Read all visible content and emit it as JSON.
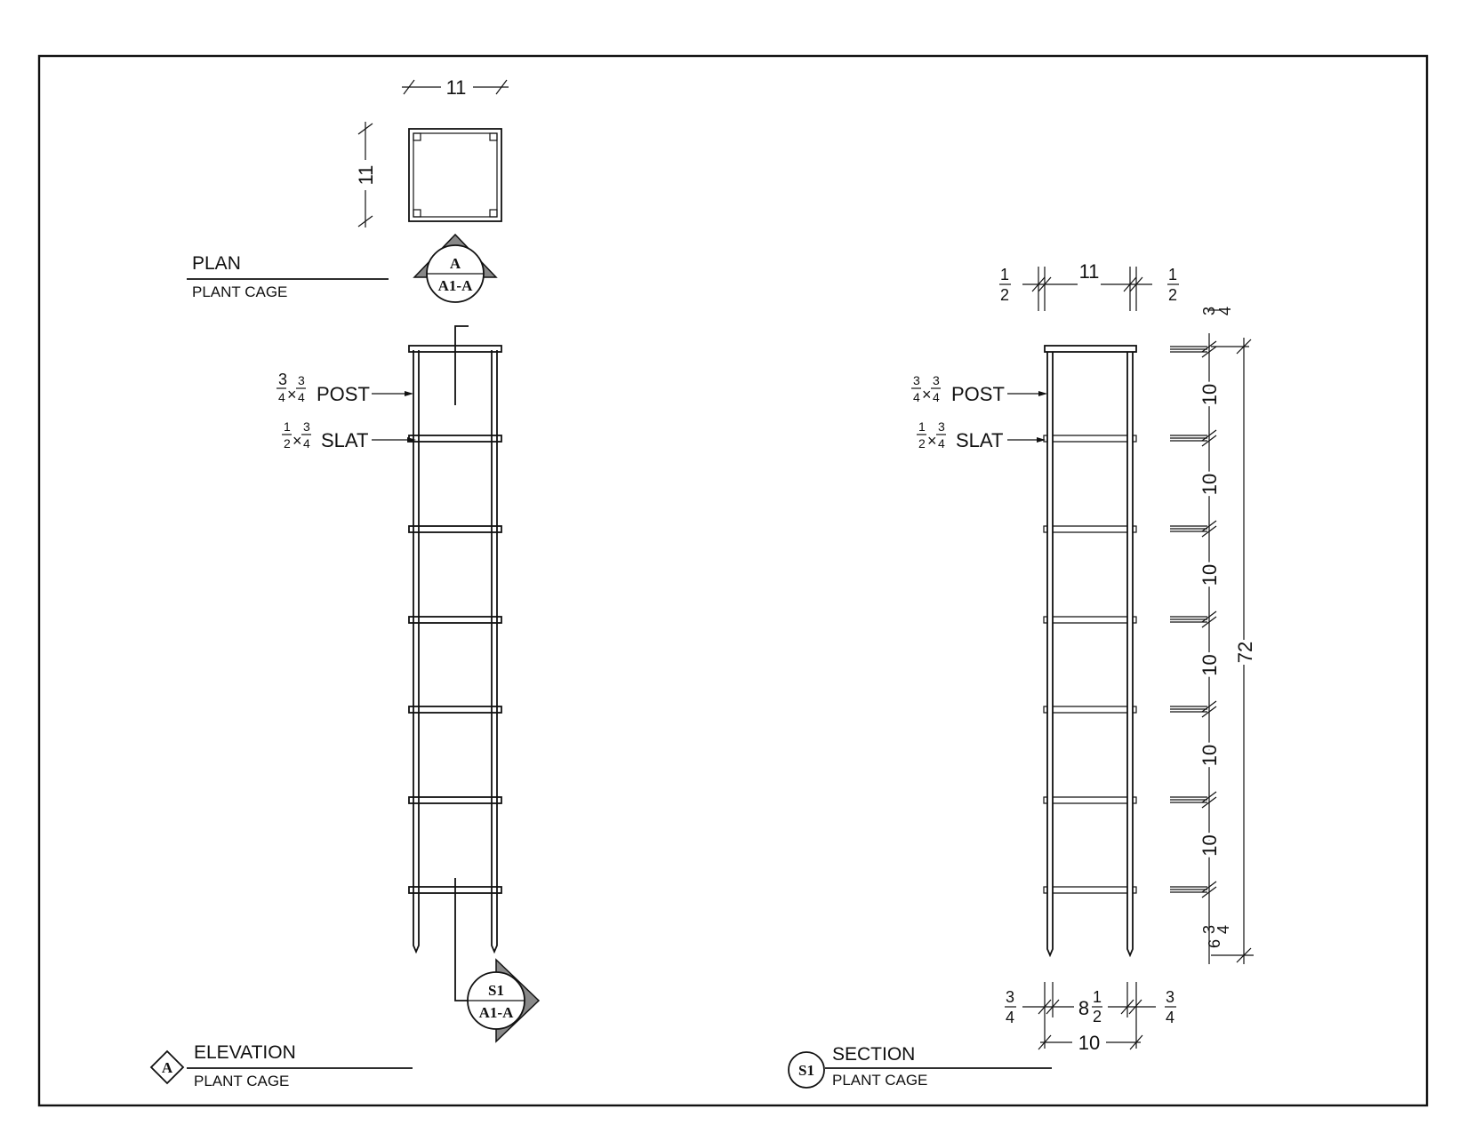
{
  "plan": {
    "title": "PLAN",
    "subtitle": "PLANT CAGE",
    "dim_width": "11",
    "dim_depth": "11",
    "marker_top": "A",
    "marker_bottom": "A1-A"
  },
  "elevation": {
    "title": "ELEVATION",
    "subtitle": "PLANT CAGE",
    "tag": "A",
    "post_label": "POST",
    "post_size_frac": [
      "3",
      "4",
      "×",
      "3",
      "4"
    ],
    "slat_label": "SLAT",
    "slat_size_frac": [
      "1",
      "2",
      "×",
      "3",
      "4"
    ],
    "section_marker_top": "S1",
    "section_marker_bottom": "A1-A"
  },
  "section": {
    "title": "SECTION",
    "subtitle": "PLANT CAGE",
    "tag": "S1",
    "post_label": "POST",
    "slat_label": "SLAT",
    "dim_top_width": "11",
    "dim_top_left": [
      "1",
      "2"
    ],
    "dim_top_right": [
      "1",
      "2"
    ],
    "dim_top_cap": [
      "3",
      "4"
    ],
    "dim_spacings": [
      "10",
      "10",
      "10",
      "10",
      "10",
      "10"
    ],
    "dim_bottom_stub": [
      "6",
      "3",
      "4"
    ],
    "dim_total_height": "72",
    "dim_bottom_left": [
      "3",
      "4"
    ],
    "dim_bottom_mid": [
      "8",
      "1",
      "2"
    ],
    "dim_bottom_right": [
      "3",
      "4"
    ],
    "dim_bottom_total": "10"
  }
}
